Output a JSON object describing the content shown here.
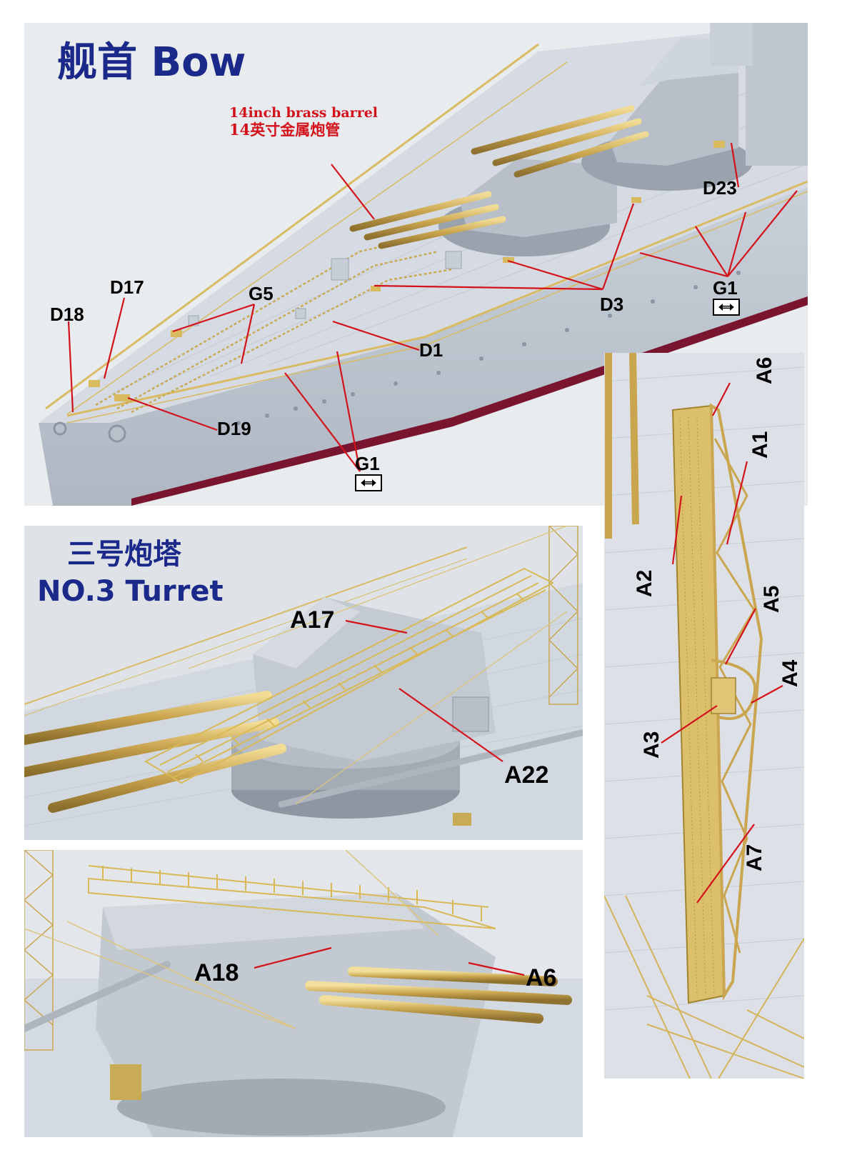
{
  "bow": {
    "title": "舰首 Bow",
    "note_line1": "14inch brass barrel",
    "note_line2": "14英寸金属炮管",
    "labels": {
      "d23": "D23",
      "d17": "D17",
      "d18": "D18",
      "g5": "G5",
      "g1_top": "G1",
      "d3": "D3",
      "d1": "D1",
      "d19": "D19",
      "g1_bottom": "G1"
    }
  },
  "turret": {
    "title_cn": "三号炮塔",
    "title_en": "NO.3 Turret",
    "labels": {
      "a17": "A17",
      "a22": "A22"
    }
  },
  "turret_rear": {
    "labels": {
      "a18": "A18",
      "a6": "A6"
    }
  },
  "crane": {
    "labels": {
      "a6": "A6",
      "a1": "A1",
      "a2": "A2",
      "a5": "A5",
      "a4": "A4",
      "a3": "A3",
      "a7": "A7"
    }
  },
  "colors": {
    "title": "#1b2a8a",
    "leader": "#d4111b",
    "deck": "#d7dde4",
    "brass": "#d9bb5f"
  }
}
